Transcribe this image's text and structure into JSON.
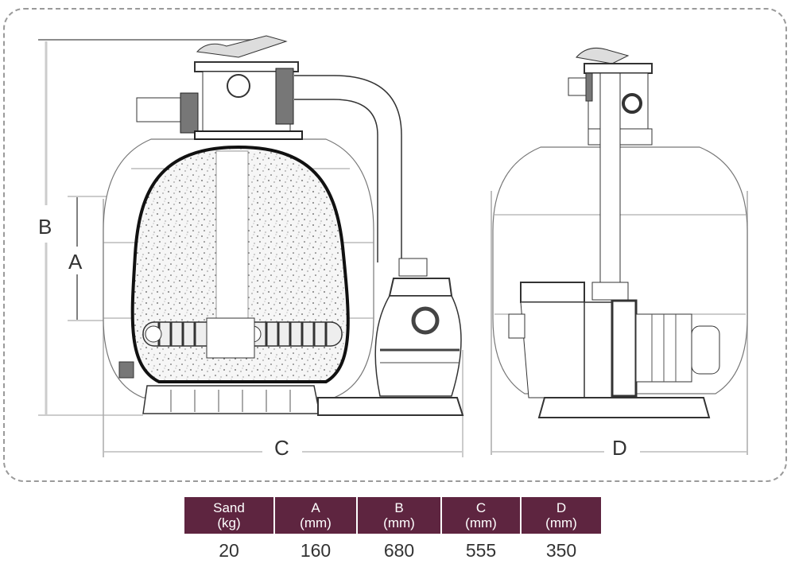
{
  "diagram": {
    "dimension_labels": {
      "A": "A",
      "B": "B",
      "C": "C",
      "D": "D"
    },
    "views": [
      "front-view-filter-with-pump",
      "side-view-filter-with-pump"
    ]
  },
  "spec_table": {
    "headers": [
      {
        "line1": "Sand",
        "line2": "(kg)"
      },
      {
        "line1": "A",
        "line2": "(mm)"
      },
      {
        "line1": "B",
        "line2": "(mm)"
      },
      {
        "line1": "C",
        "line2": "(mm)"
      },
      {
        "line1": "D",
        "line2": "(mm)"
      }
    ],
    "rows": [
      [
        "20",
        "160",
        "680",
        "555",
        "350"
      ]
    ],
    "header_color": "#5e2540"
  }
}
